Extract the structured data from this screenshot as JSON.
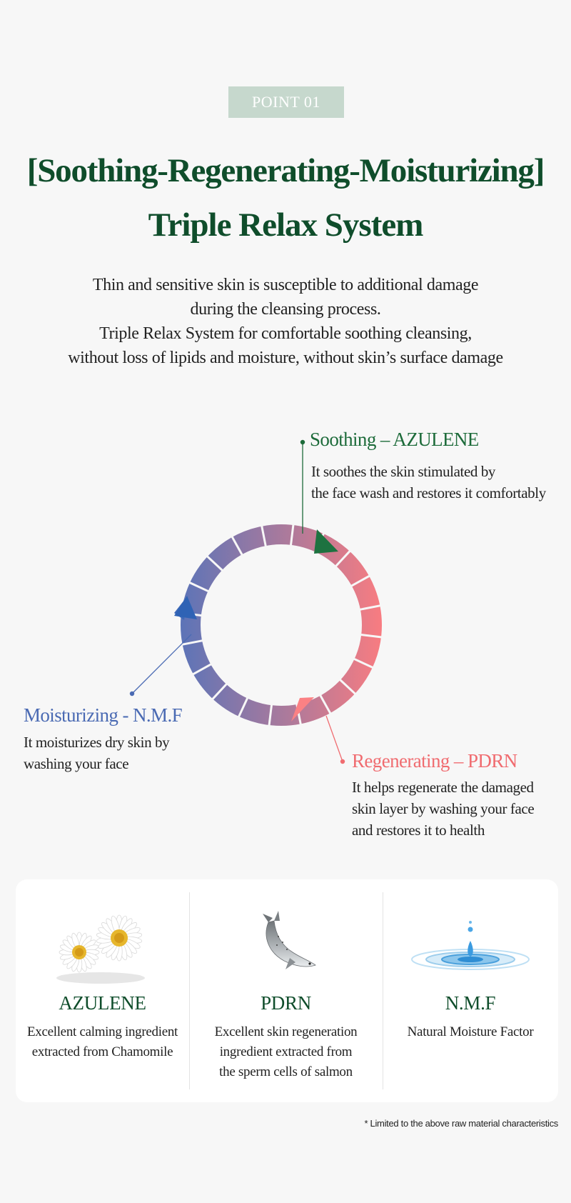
{
  "badge": "POINT 01",
  "headline": {
    "line1": "[Soothing-Regenerating-Moisturizing]",
    "line2": "Triple Relax System"
  },
  "intro": [
    "Thin and sensitive skin is susceptible to additional damage",
    "during the cleansing process.",
    "Triple Relax System for comfortable soothing cleansing,",
    "without loss of lipids and moisture, without skin’s surface damage"
  ],
  "cycle": {
    "soothing": {
      "title": "Soothing – AZULENE",
      "desc": [
        "It soothes the skin stimulated by",
        "the face wash and restores it comfortably"
      ],
      "color": "#1d6b3a"
    },
    "moisturizing": {
      "title": "Moisturizing - N.M.F",
      "desc": [
        "It moisturizes dry skin by",
        "washing your face"
      ],
      "color": "#4a6ab3"
    },
    "regenerating": {
      "title": "Regenerating – PDRN",
      "desc": [
        "It helps regenerate the damaged",
        "skin layer by washing your face",
        "and restores it to health"
      ],
      "color": "#f06c70"
    }
  },
  "ingredients": [
    {
      "name": "AZULENE",
      "icon": "chamomile-flower-icon",
      "desc": [
        "Excellent calming ingredient",
        "extracted from Chamomile"
      ]
    },
    {
      "name": "PDRN",
      "icon": "salmon-fish-icon",
      "desc": [
        "Excellent skin regeneration",
        "ingredient extracted  from",
        "the sperm cells of salmon"
      ]
    },
    {
      "name": "N.M.F",
      "icon": "water-drop-ripple-icon",
      "desc": [
        "Natural Moisture Factor"
      ]
    }
  ],
  "footnote": "* Limited to the above raw material characteristics"
}
